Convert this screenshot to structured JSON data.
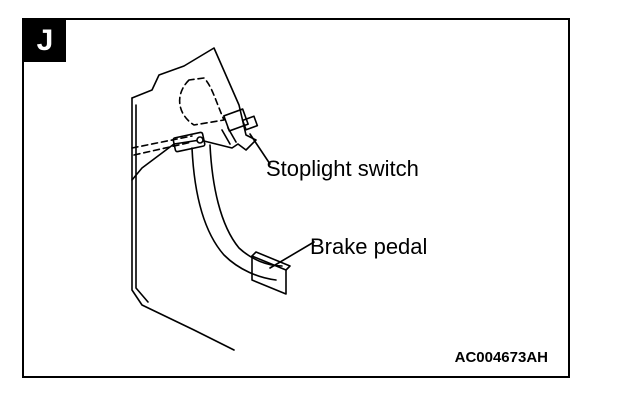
{
  "figure": {
    "section_letter": "J",
    "labels": {
      "stoplight_switch": "Stoplight switch",
      "brake_pedal": "Brake pedal"
    },
    "reference_code": "AC004673AH"
  }
}
